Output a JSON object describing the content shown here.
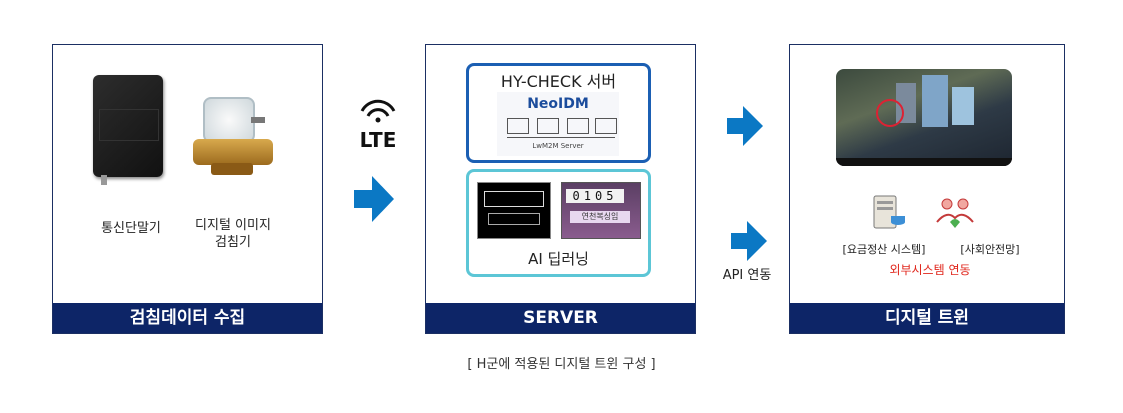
{
  "panels": {
    "collect": {
      "footer": "검침데이터 수집",
      "device1": "통신단말기",
      "device2_line1": "디지털 이미지",
      "device2_line2": "검침기"
    },
    "server": {
      "footer": "SERVER",
      "hycheck_title": "HY-CHECK 서버",
      "neoidm_logo": "NeoIDM",
      "lwm2m_caption": "LwM2M Server",
      "ai_title": "AI 딥러닝",
      "meter_digits": "0105",
      "meter_label": "연천복싱임"
    },
    "twin": {
      "footer": "디지털 트윈",
      "sys1": "[요금정산 시스템]",
      "sys2": "[사회안전망]",
      "external": "외부시스템 연동"
    }
  },
  "lte_label": "LTE",
  "api_label": "API 연동",
  "caption": "[ H군에 적용된 디지털 트윈 구성 ]",
  "colors": {
    "navy": "#0d2567",
    "arrow": "#0b78c4",
    "hycheck_border": "#1b5fb3",
    "ai_border": "#5cc6d6",
    "external_text": "#e0251b"
  }
}
